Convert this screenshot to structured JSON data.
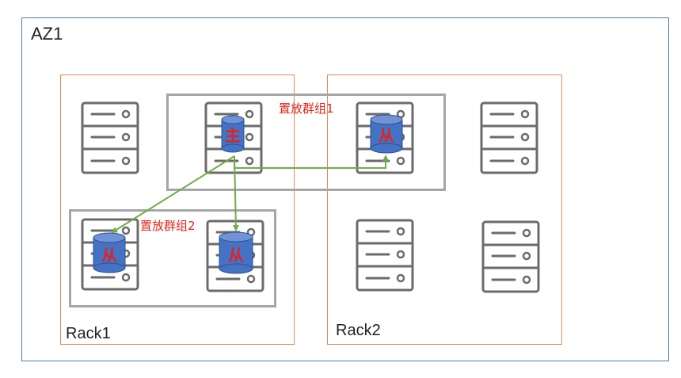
{
  "az": {
    "label": "AZ1"
  },
  "racks": [
    {
      "label": "Rack1"
    },
    {
      "label": "Rack2"
    }
  ],
  "placement_groups": [
    {
      "label": "置放群组1"
    },
    {
      "label": "置放群组2"
    }
  ],
  "databases": [
    {
      "role": "主"
    },
    {
      "role": "从"
    },
    {
      "role": "从"
    },
    {
      "role": "从"
    }
  ],
  "colors": {
    "az_border": "#4e7aa8",
    "rack_border": "#e08a52",
    "group_border": "#a6a6a6",
    "server_stroke": "#6b6b6b",
    "db_fill": "#4472c4",
    "db_text": "#e8201a",
    "arrow": "#70ad47"
  }
}
